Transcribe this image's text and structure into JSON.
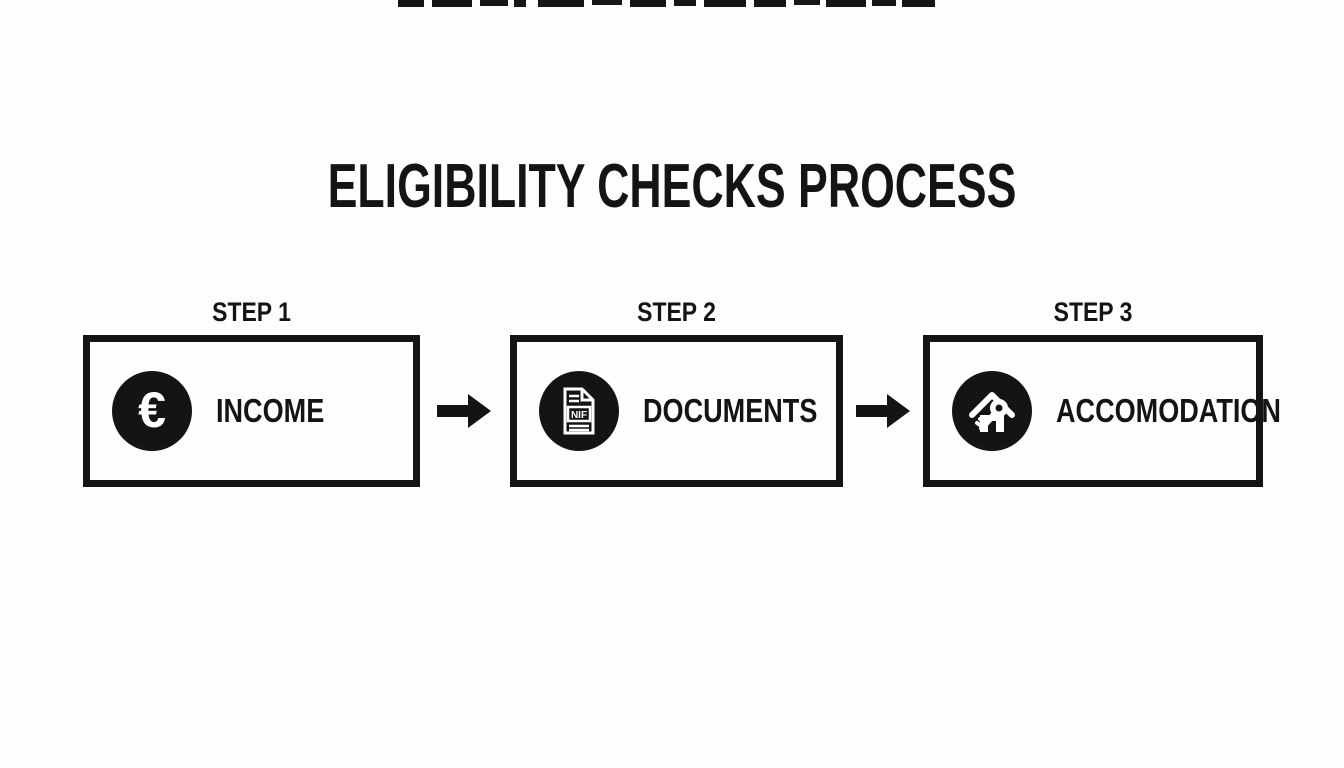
{
  "title": "ELIGIBILITY CHECKS PROCESS",
  "steps": [
    {
      "label": "STEP 1",
      "name": "INCOME",
      "icon": "euro-icon",
      "icon_text": "€"
    },
    {
      "label": "STEP 2",
      "name": "DOCUMENTS",
      "icon": "nif-document-icon",
      "icon_text": "NIF"
    },
    {
      "label": "STEP 3",
      "name": "ACCOMODATION",
      "icon": "house-key-icon",
      "icon_text": ""
    }
  ],
  "colors": {
    "ink": "#141414",
    "background": "#fdfdfd",
    "icon_foreground": "#ffffff"
  }
}
